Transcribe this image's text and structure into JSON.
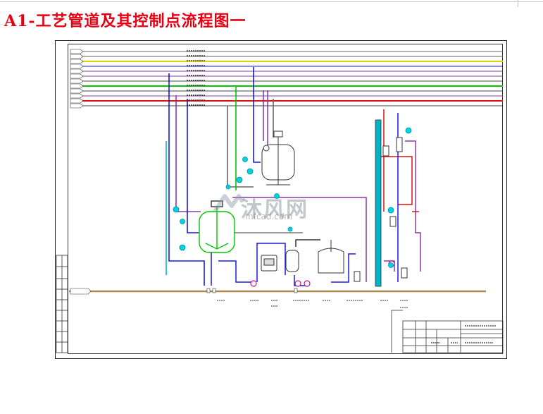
{
  "page": {
    "title": "A1-工艺管道及其控制点流程图一"
  },
  "watermark": {
    "text": "沐风网",
    "url": "mfcad.com"
  },
  "colors": {
    "title": "#e60012",
    "pipe_blue": "#1a1adc",
    "pipe_green": "#00c800",
    "pipe_red": "#e01010",
    "pipe_purple": "#8a3aa8",
    "pipe_cyan": "#00b4c8",
    "pipe_yellow": "#e8d000",
    "ground_line": "#b08a50"
  },
  "icons": {
    "reactor_upper": "jacketed-reactor-icon",
    "reactor_lower": "jacketed-reactor-icon",
    "tank": "storage-tank-icon",
    "pump": "centrifugal-pump-icon",
    "motor": "motor-icon",
    "condenser": "column-icon",
    "instrument": "instrument-bubble-icon"
  }
}
